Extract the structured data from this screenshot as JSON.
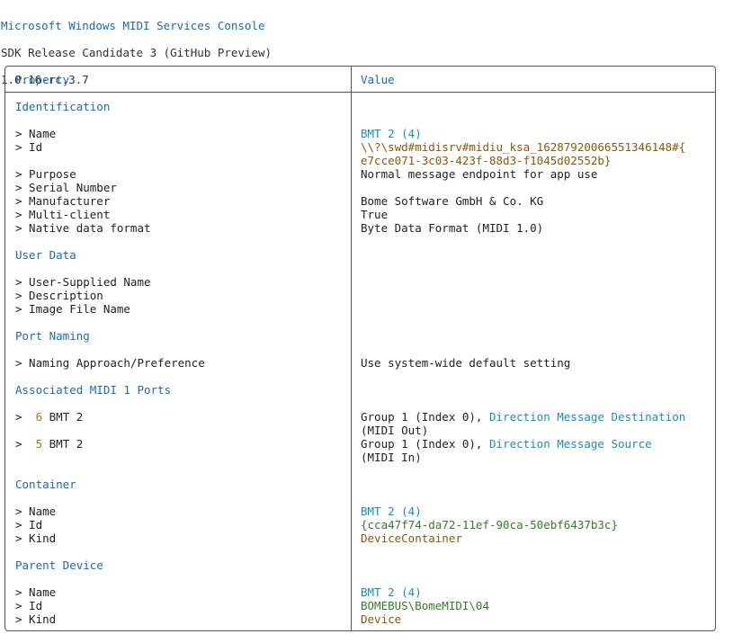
{
  "header": {
    "title": "Microsoft Windows MIDI Services Console",
    "subtitle": "SDK Release Candidate 3 (GitHub Preview)",
    "version": "1.0.16-rc.3.7"
  },
  "table": {
    "col_property": "Property",
    "col_value": "Value"
  },
  "identification": {
    "section": "Identification",
    "name_label": "> Name",
    "name_value": "BMT 2 (4)",
    "id_label": "> Id",
    "id_value_line1": "\\\\?\\swd#midisrv#midiu_ksa_16287920066551346148#{",
    "id_value_line2": "e7cce071-3c03-423f-88d3-f1045d02552b}",
    "purpose_label": "> Purpose",
    "purpose_value": "Normal message endpoint for app use",
    "serial_label": "> Serial Number",
    "manufacturer_label": "> Manufacturer",
    "manufacturer_value": "Bome Software GmbH & Co. KG",
    "multiclient_label": "> Multi-client",
    "multiclient_value": "True",
    "format_label": "> Native data format",
    "format_value": "Byte Data Format (MIDI 1.0)"
  },
  "user_data": {
    "section": "User Data",
    "supplied_name_label": "> User-Supplied Name",
    "description_label": "> Description",
    "image_label": "> Image File Name"
  },
  "port_naming": {
    "section": "Port Naming",
    "approach_label": "> Naming Approach/Preference",
    "approach_value": "Use system-wide default setting"
  },
  "midi1_ports": {
    "section": "Associated MIDI 1 Ports",
    "ports": [
      {
        "prefix": ">",
        "index": "6",
        "name": "BMT 2",
        "group": "Group 1 (Index 0), ",
        "direction": "Direction Message Destination",
        "direction_line2": "(MIDI Out)"
      },
      {
        "prefix": ">",
        "index": "5",
        "name": "BMT 2",
        "group": "Group 1 (Index 0), ",
        "direction": "Direction Message Source",
        "direction_line2": "(MIDI In)"
      }
    ]
  },
  "container": {
    "section": "Container",
    "name_label": "> Name",
    "name_value": "BMT 2 (4)",
    "id_label": "> Id",
    "id_value": "{cca47f74-da72-11ef-90ca-50ebf6437b3c}",
    "kind_label": "> Kind",
    "kind_value": "DeviceContainer"
  },
  "parent_device": {
    "section": "Parent Device",
    "name_label": "> Name",
    "name_value": "BMT 2 (4)",
    "id_label": "> Id",
    "id_value": "BOMEBUS\\BomeMIDI\\04",
    "kind_label": "> Kind",
    "kind_value": "Device"
  },
  "colors": {
    "section_blue": "#1a6ca8",
    "value_blue": "#1a8fb3",
    "value_brown": "#8a5a0b",
    "value_green": "#3a7a2a",
    "port_number": "#b5730a"
  }
}
